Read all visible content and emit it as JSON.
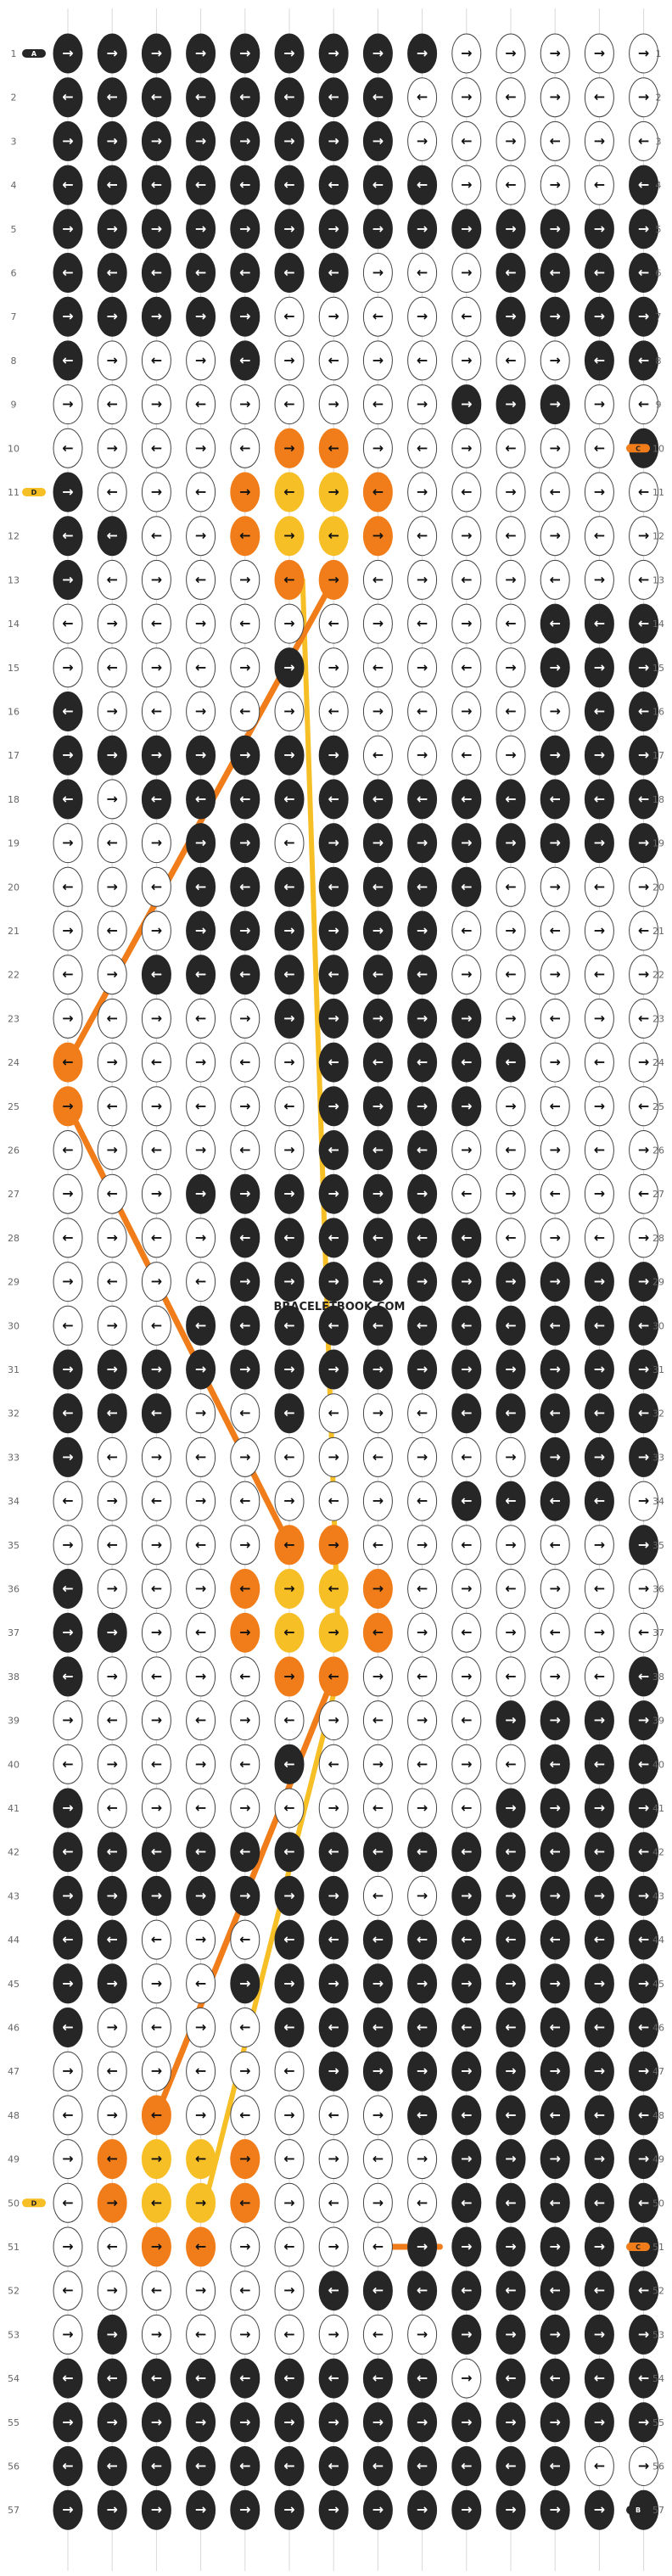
{
  "watermark": "BRACELETBOOK.COM",
  "strings": {
    "count": 14,
    "left_start_labels": [
      "A"
    ],
    "right_start_label": "B",
    "colors": {
      "black": "#262626",
      "white": "#ffffff",
      "orange": "#f07d1a",
      "yellow": "#f7bf26"
    }
  },
  "rows": {
    "count": 57,
    "labels": [
      "1",
      "2",
      "3",
      "4",
      "5",
      "6",
      "7",
      "8",
      "9",
      "10",
      "11",
      "12",
      "13",
      "14",
      "15",
      "16",
      "17",
      "18",
      "19",
      "20",
      "21",
      "22",
      "23",
      "24",
      "25",
      "26",
      "27",
      "28",
      "29",
      "30",
      "31",
      "32",
      "33",
      "34",
      "35",
      "36",
      "37",
      "38",
      "39",
      "40",
      "41",
      "42",
      "43",
      "44",
      "45",
      "46",
      "47",
      "48",
      "49",
      "50",
      "51",
      "52",
      "53",
      "54",
      "55",
      "56",
      "57"
    ]
  },
  "end_labels": {
    "left_row_11": "D",
    "right_row_10": "C",
    "left_row_50": "D",
    "right_row_51": "C"
  },
  "knot_arrow_glyphs": {
    "right": "→",
    "left": "←"
  }
}
